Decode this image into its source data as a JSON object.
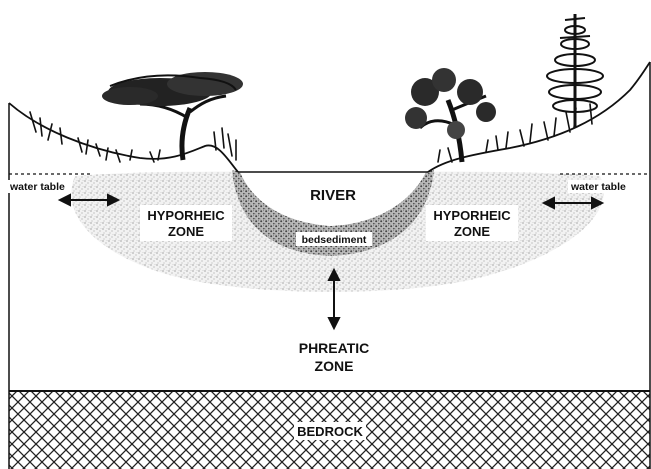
{
  "labels": {
    "water_table_left": "water table",
    "water_table_right": "water table",
    "river": "RIVER",
    "hyporheic_left_1": "HYPORHEIC",
    "hyporheic_left_2": "ZONE",
    "hyporheic_right_1": "HYPORHEIC",
    "hyporheic_right_2": "ZONE",
    "bedsediment": "bedsediment",
    "phreatic_1": "PHREATIC",
    "phreatic_2": "ZONE",
    "bedrock": "BEDROCK"
  }
}
